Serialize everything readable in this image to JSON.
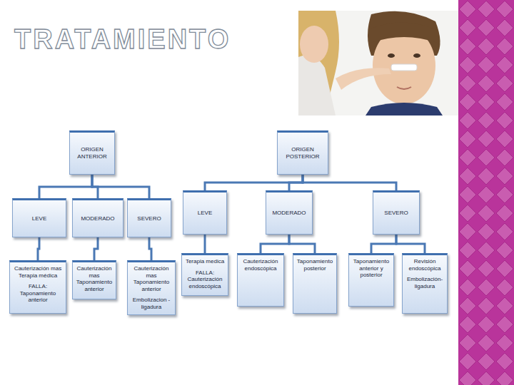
{
  "diagram": {
    "title": "TRATAMIENTO",
    "nodes": [
      {
        "text": [
          "ORIGEN ANTERIOR"
        ]
      },
      {
        "text": [
          "LEVE"
        ]
      },
      {
        "text": [
          "MODERADO"
        ]
      },
      {
        "text": [
          "SEVERO"
        ]
      },
      {
        "text": [
          "Cauterización mas Terapia médica",
          "FALLA: Taponamiento anterior"
        ]
      },
      {
        "text": [
          "Cauterización mas Taponamiento anterior"
        ]
      },
      {
        "text": [
          "Cauterización mas Taponamiento anterior",
          "Embolizacion - ligadura"
        ]
      },
      {
        "text": [
          "ORIGEN POSTERIOR"
        ]
      },
      {
        "text": [
          "LEVE"
        ]
      },
      {
        "text": [
          "MODERADO"
        ]
      },
      {
        "text": [
          "SEVERO"
        ]
      },
      {
        "text": [
          "Terapia medica",
          "FALLA: Cauterización endoscópica"
        ]
      },
      {
        "text": [
          "Cauterización endoscópica"
        ]
      },
      {
        "text": [
          "Taponamiento posterior"
        ]
      },
      {
        "text": [
          "Taponamiento anterior y posterior"
        ]
      },
      {
        "text": [
          "Revisión endoscópica",
          "Embolización- ligadura"
        ]
      }
    ],
    "edges": [
      {
        "from": 0,
        "to": 1,
        "arrow": "none"
      },
      {
        "from": 0,
        "to": 2,
        "arrow": "none"
      },
      {
        "from": 0,
        "to": 3,
        "arrow": "none"
      },
      {
        "from": 1,
        "to": 4,
        "arrow": "none"
      },
      {
        "from": 2,
        "to": 5,
        "arrow": "none"
      },
      {
        "from": 3,
        "to": 6,
        "arrow": "none"
      },
      {
        "from": 7,
        "to": 8,
        "arrow": "none"
      },
      {
        "from": 7,
        "to": 9,
        "arrow": "none"
      },
      {
        "from": 7,
        "to": 10,
        "arrow": "none"
      },
      {
        "from": 8,
        "to": 11,
        "arrow": "none"
      },
      {
        "from": 9,
        "to": 12,
        "arrow": "none"
      },
      {
        "from": 9,
        "to": 13,
        "arrow": "none"
      },
      {
        "from": 10,
        "to": 14,
        "arrow": "none"
      },
      {
        "from": 10,
        "to": 15,
        "arrow": "none"
      }
    ]
  }
}
